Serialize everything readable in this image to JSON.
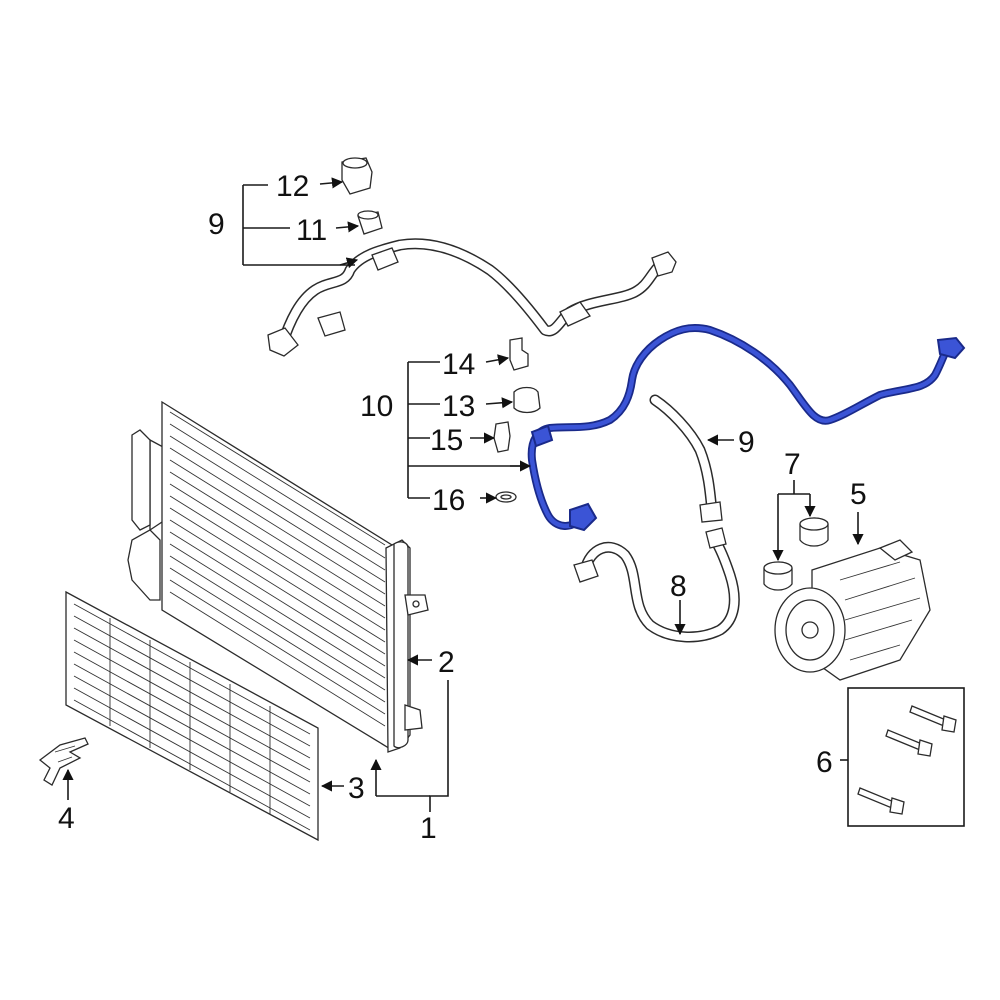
{
  "callouts": {
    "c1": "1",
    "c2": "2",
    "c3": "3",
    "c4": "4",
    "c5": "5",
    "c6": "6",
    "c7": "7",
    "c8": "8",
    "c9_top": "9",
    "c9_right": "9",
    "c10": "10",
    "c11": "11",
    "c12": "12",
    "c13": "13",
    "c14": "14",
    "c15": "15",
    "c16": "16"
  },
  "colors": {
    "highlight_hose": "#1a2a8a",
    "line_art": "#2b2b2b",
    "background": "#ffffff"
  }
}
